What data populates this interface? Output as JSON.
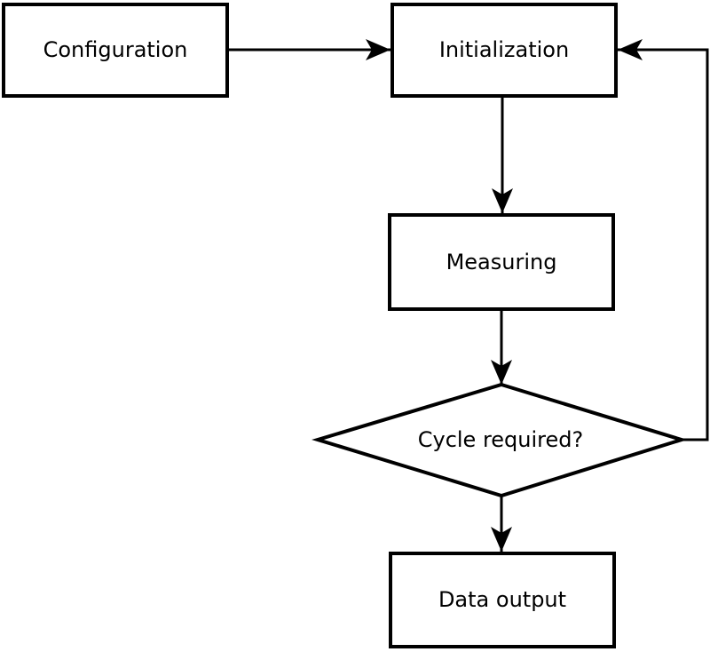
{
  "diagram": {
    "type": "flowchart",
    "nodes": {
      "configuration": {
        "label": "Configuration",
        "shape": "rect"
      },
      "initialization": {
        "label": "Initialization",
        "shape": "rect"
      },
      "measuring": {
        "label": "Measuring",
        "shape": "rect"
      },
      "cycle_required": {
        "label": "Cycle required?",
        "shape": "diamond"
      },
      "data_output": {
        "label": "Data output",
        "shape": "rect"
      }
    },
    "edges": [
      {
        "from": "configuration",
        "to": "initialization"
      },
      {
        "from": "initialization",
        "to": "measuring"
      },
      {
        "from": "measuring",
        "to": "cycle_required"
      },
      {
        "from": "cycle_required",
        "to": "data_output"
      },
      {
        "from": "cycle_required",
        "to": "initialization",
        "kind": "loop"
      }
    ],
    "colors": {
      "stroke": "#000000",
      "node_fill": "#ffffff",
      "background": "#ffffff"
    }
  }
}
